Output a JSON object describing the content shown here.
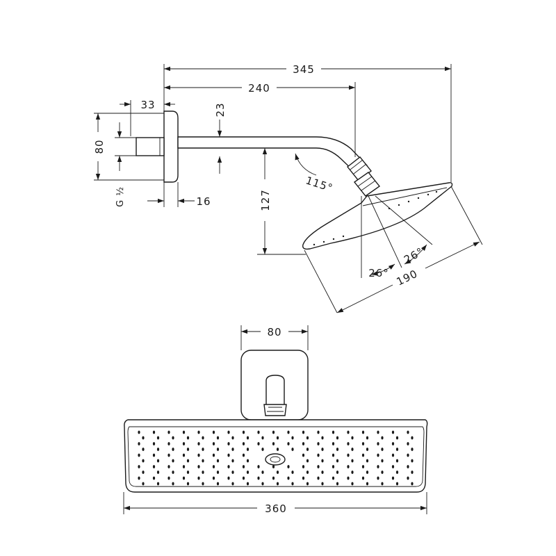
{
  "side_view": {
    "dims": {
      "overall_length": "345",
      "arm_length": "240",
      "wall_depth": "33",
      "arm_offset": "23",
      "flange_height": "80",
      "thread": "G ½",
      "flange_thickness": "16",
      "drop": "127",
      "arm_angle": "115°",
      "tilt_left": "26°",
      "tilt_right": "26°",
      "head_width": "190"
    }
  },
  "front_view": {
    "dims": {
      "flange_width": "80",
      "head_length": "360"
    }
  }
}
